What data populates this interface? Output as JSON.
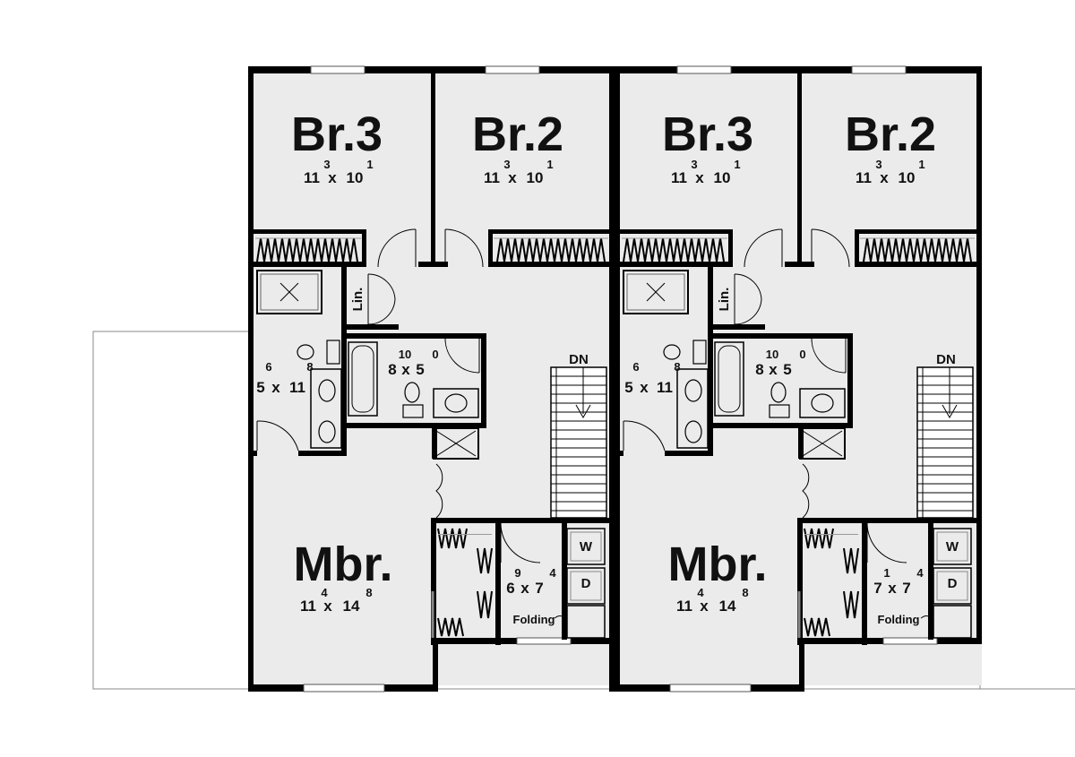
{
  "units": [
    {
      "br3": {
        "name": "Br.3",
        "w": "11",
        "w_in": "3",
        "x": "x",
        "d": "10",
        "d_in": "1"
      },
      "br2": {
        "name": "Br.2",
        "w": "11",
        "w_in": "3",
        "x": "x",
        "d": "10",
        "d_in": "1"
      },
      "lin": "Lin.",
      "bath1": {
        "w": "5",
        "w_in": "6",
        "x": "x",
        "d": "11",
        "d_in": "8"
      },
      "bath2": {
        "w": "8",
        "w_in": "10",
        "x": "x",
        "d": "5",
        "d_in": "0"
      },
      "stair": "DN",
      "mbr": {
        "name": "Mbr.",
        "w": "11",
        "w_in": "4",
        "x": "x",
        "d": "14",
        "d_in": "8"
      },
      "laundry": {
        "w": "6",
        "w_in": "9",
        "x": "x",
        "d": "7",
        "d_in": "4"
      },
      "washer": "W",
      "dryer": "D",
      "folding": "Folding"
    },
    {
      "br3": {
        "name": "Br.3",
        "w": "11",
        "w_in": "3",
        "x": "x",
        "d": "10",
        "d_in": "1"
      },
      "br2": {
        "name": "Br.2",
        "w": "11",
        "w_in": "3",
        "x": "x",
        "d": "10",
        "d_in": "1"
      },
      "lin": "Lin.",
      "bath1": {
        "w": "5",
        "w_in": "6",
        "x": "x",
        "d": "11",
        "d_in": "8"
      },
      "bath2": {
        "w": "8",
        "w_in": "10",
        "x": "x",
        "d": "5",
        "d_in": "0"
      },
      "stair": "DN",
      "mbr": {
        "name": "Mbr.",
        "w": "11",
        "w_in": "4",
        "x": "x",
        "d": "14",
        "d_in": "8"
      },
      "laundry": {
        "w": "7",
        "w_in": "1",
        "x": "x",
        "d": "7",
        "d_in": "4"
      },
      "washer": "W",
      "dryer": "D",
      "folding": "Folding"
    }
  ]
}
